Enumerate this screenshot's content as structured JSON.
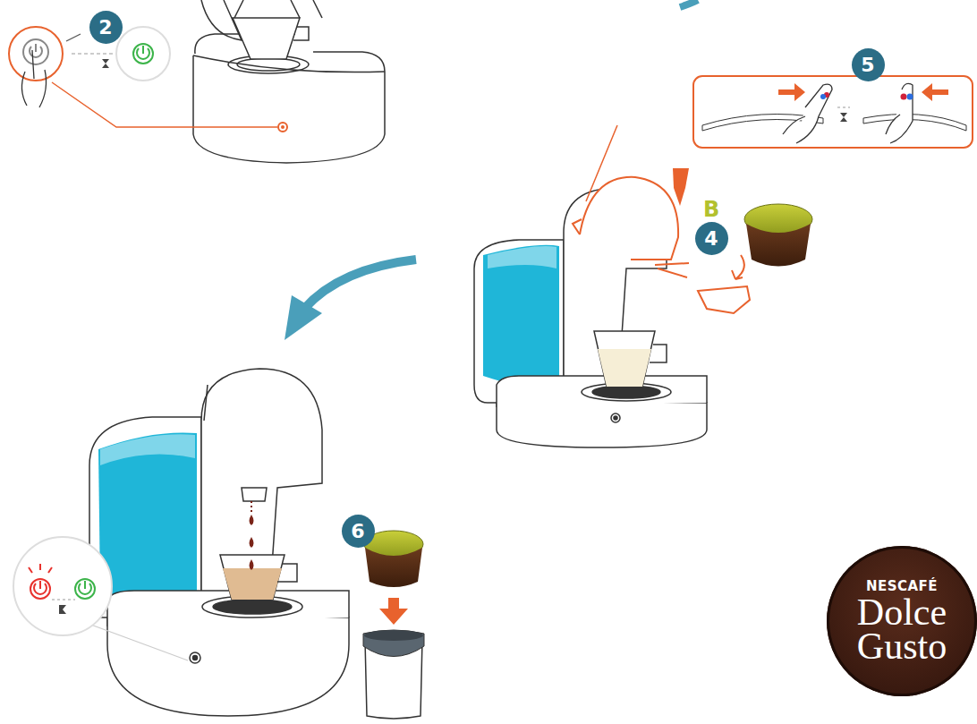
{
  "diagram": {
    "nodes": [
      {
        "text": [
          "2"
        ]
      },
      {
        "text": [
          "5"
        ]
      },
      {
        "text": [
          "4"
        ]
      },
      {
        "text": [
          "6"
        ]
      },
      {
        "text": [
          "NESCAFÉ",
          "Dolce Gusto"
        ]
      }
    ],
    "labels": [
      "B"
    ]
  }
}
